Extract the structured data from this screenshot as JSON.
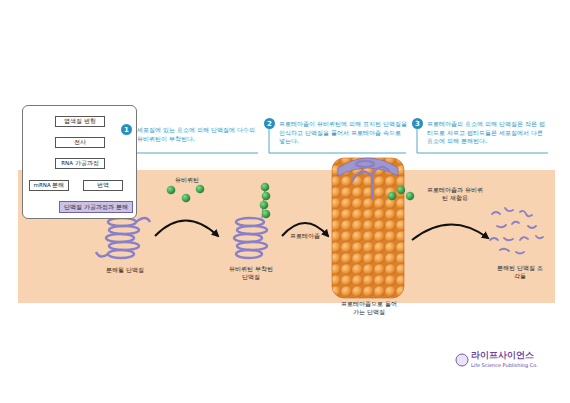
{
  "diagram": {
    "nodes": [
      {
        "text": []
      },
      {
        "text": [
          "염색질 변형"
        ],
        "in": 0
      },
      {
        "text": [
          "전사"
        ],
        "in": 0
      },
      {
        "text": [
          "RNA 가공과정"
        ],
        "in": 0
      },
      {
        "text": [
          "mRNA 분해"
        ],
        "in": 0
      },
      {
        "text": [
          "번역"
        ],
        "in": 0
      },
      {
        "text": [
          "단백질 가공과정과 분해"
        ],
        "in": 0
      }
    ],
    "edges": [
      {
        "from": 1,
        "to": 2,
        "arrow": "to"
      },
      {
        "from": 2,
        "to": 3,
        "arrow": "to"
      },
      {
        "from": 3,
        "to": 4,
        "arrow": "to"
      },
      {
        "from": 3,
        "to": 5,
        "arrow": "to"
      },
      {
        "from": 5,
        "to": 6,
        "arrow": "to"
      }
    ],
    "labels": [
      "1",
      "세포질에 있는 효소에 의해 단백질에 다수의 유비퀴틴이 부착된다.",
      "2",
      "프로테아좀이 유비퀴틴에 의해 표지된 단백질을 인식하고 단백질을 풀어서 프로테아좀 속으로 넣는다.",
      "3",
      "프로테아좀의 효소에 의해 단백질은 작은 펩티드로 자르고 펩티드들은 세포질에서 다른 효소에 의해 분해된다.",
      "유비퀴틴",
      "분해될 단백질",
      "유비퀴틴 부착된 단백질",
      "프로테아좀",
      "프로테아좀으로 들어가는 단백질",
      "프로테아좀과 유비퀴틴 재활용",
      "분해된 단백질 조각들",
      "라이프사이언스",
      "Life Science Publishing Co."
    ]
  }
}
